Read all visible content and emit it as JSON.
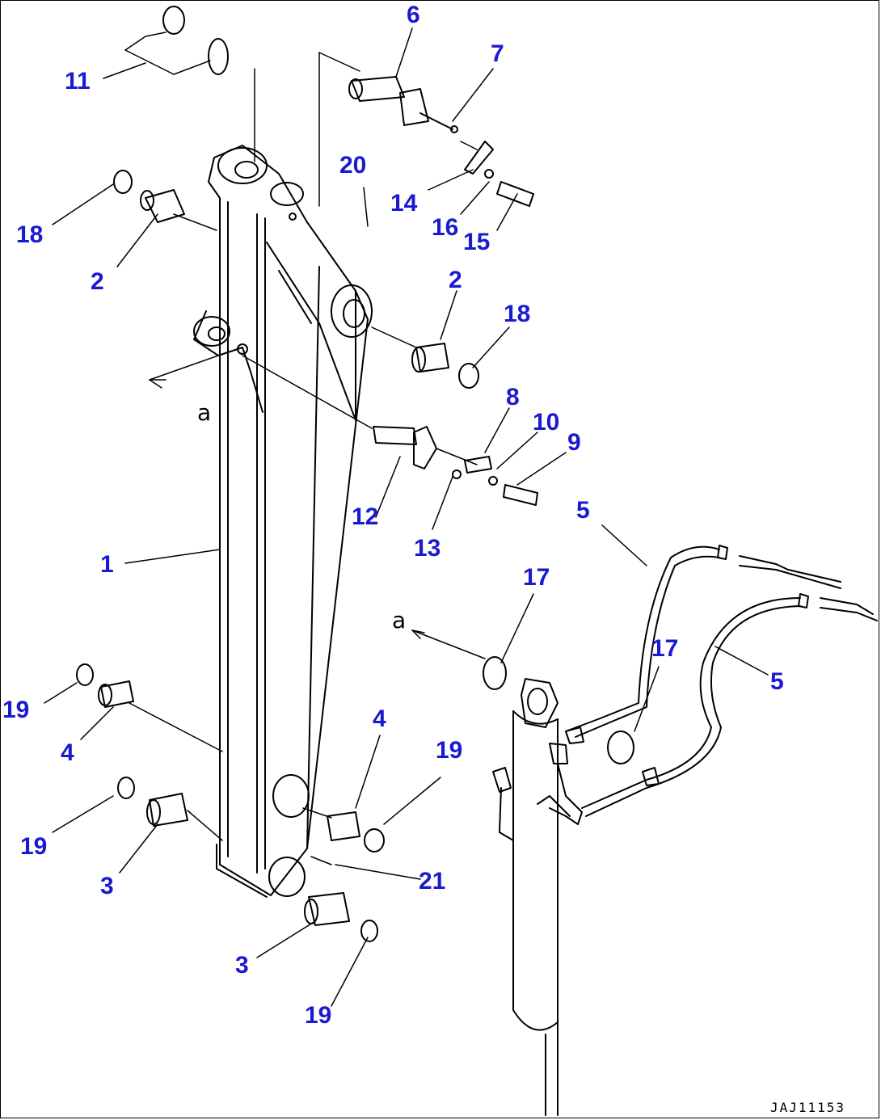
{
  "callouts": [
    "6",
    "7",
    "11",
    "20",
    "14",
    "16",
    "15",
    "18",
    "2",
    "2",
    "18",
    "8",
    "10",
    "9",
    "12",
    "13",
    "5",
    "1",
    "17",
    "17",
    "5",
    "19",
    "4",
    "4",
    "19",
    "19",
    "21",
    "3",
    "3",
    "19"
  ],
  "view_marks": [
    "a",
    "a"
  ],
  "drawing_code": "JAJ11153",
  "colors": {
    "callout": "#1a1ad0",
    "line": "#000000"
  }
}
